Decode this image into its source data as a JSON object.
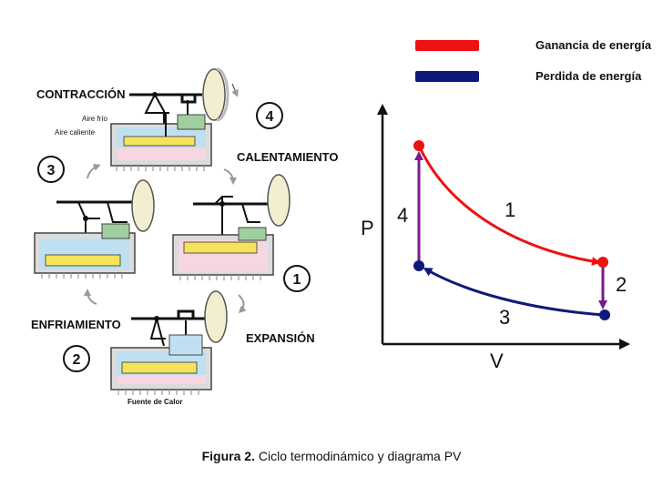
{
  "engine": {
    "stages": {
      "contraccion": "CONTRACCIÓN",
      "calentamiento": "CALENTAMIENTO",
      "expansion": "EXPANSIÓN",
      "enfriamiento": "ENFRIAMIENTO"
    },
    "numbers": {
      "n1": "1",
      "n2": "2",
      "n3": "3",
      "n4": "4"
    },
    "labels": {
      "aire_frio": "Aire frío",
      "aire_caliente": "Aire caliente",
      "fuente_calor": "Fuente de Calor"
    }
  },
  "legend": {
    "gain": {
      "label": "Ganancia de energía",
      "color": "#ee1111"
    },
    "loss": {
      "label": "Perdida de energía",
      "color": "#0d1a7a"
    }
  },
  "pv": {
    "axis_p": "P",
    "axis_v": "V",
    "seg1": "1",
    "seg2": "2",
    "seg3": "3",
    "seg4": "4",
    "colors": {
      "red": "#ee1111",
      "blue": "#0d1a7a",
      "purple": "#7a1a8a",
      "axis": "#111111"
    }
  },
  "caption": {
    "bold": "Figura 2.",
    "text": " Ciclo termodinámico y diagrama PV"
  }
}
